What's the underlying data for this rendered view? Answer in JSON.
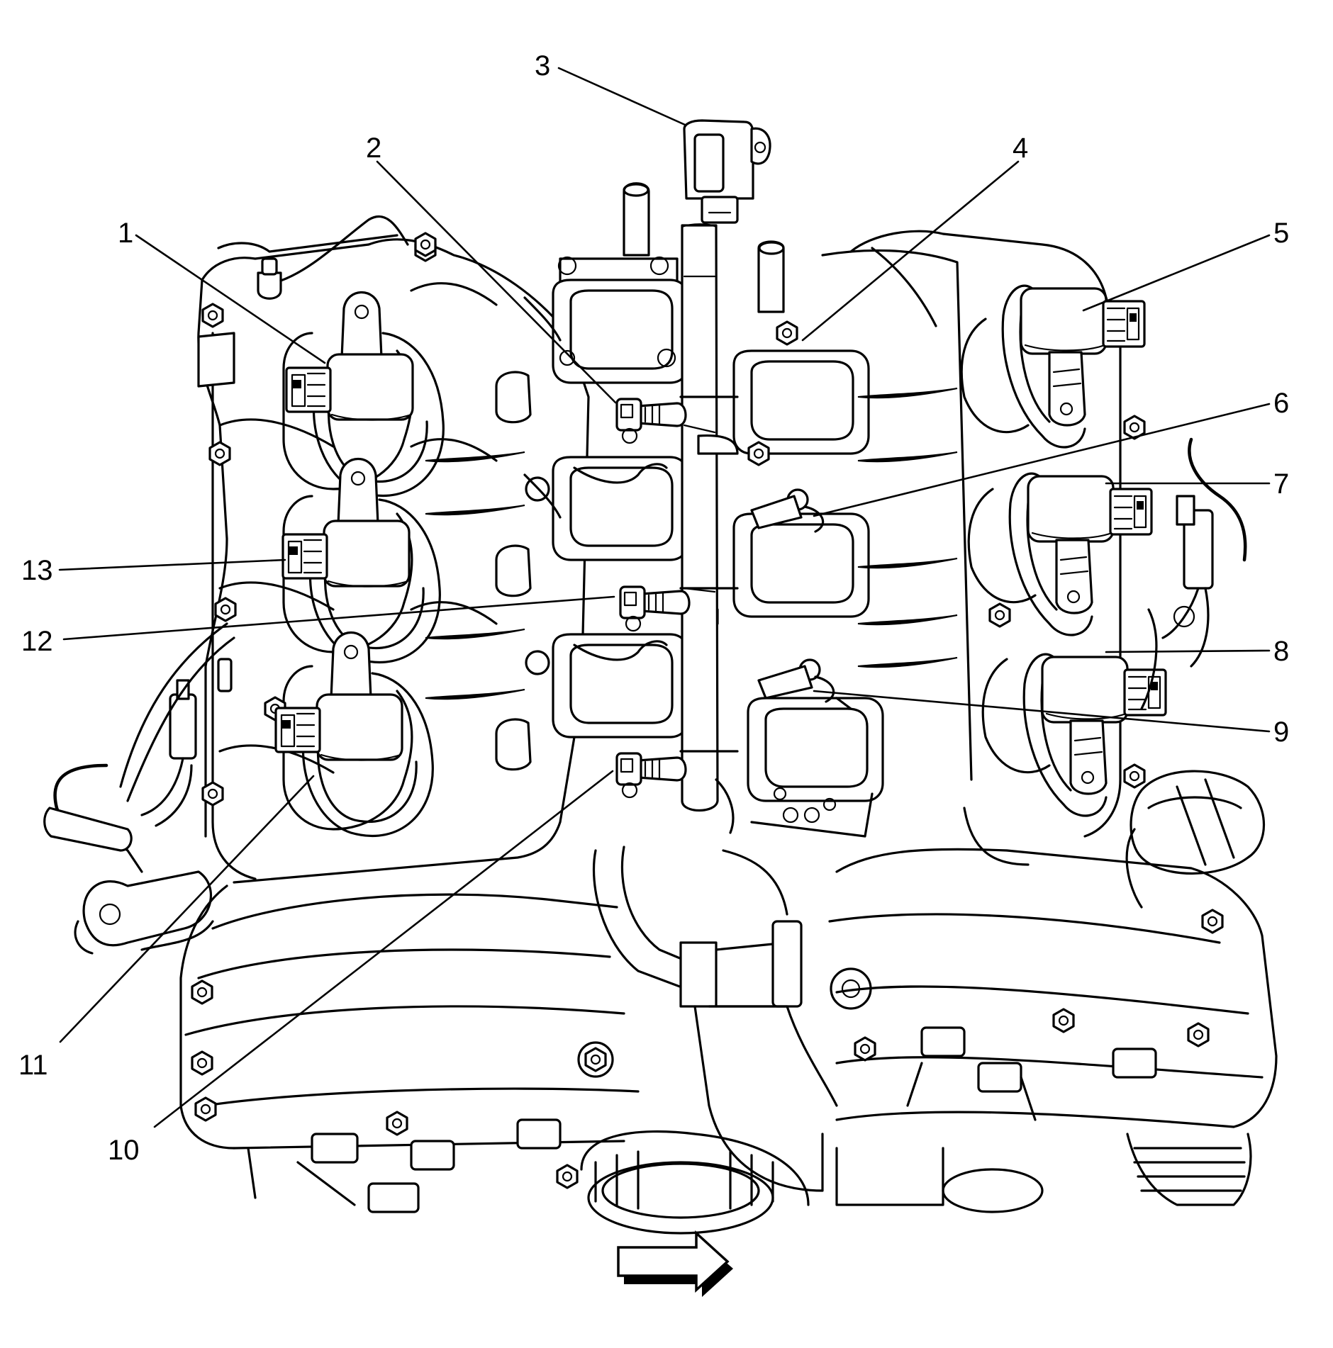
{
  "callouts": [
    {
      "id": 1,
      "label": "1"
    },
    {
      "id": 2,
      "label": "2"
    },
    {
      "id": 3,
      "label": "3"
    },
    {
      "id": 4,
      "label": "4"
    },
    {
      "id": 5,
      "label": "5"
    },
    {
      "id": 6,
      "label": "6"
    },
    {
      "id": 7,
      "label": "7"
    },
    {
      "id": 8,
      "label": "8"
    },
    {
      "id": 9,
      "label": "9"
    },
    {
      "id": 10,
      "label": "10"
    },
    {
      "id": 11,
      "label": "11"
    },
    {
      "id": 12,
      "label": "12"
    },
    {
      "id": 13,
      "label": "13"
    }
  ],
  "direction_arrow": "right-arrow-icon"
}
